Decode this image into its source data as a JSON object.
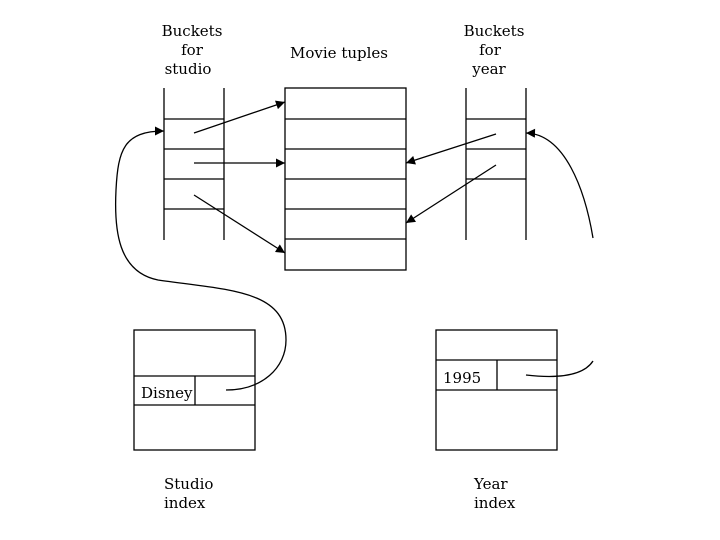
{
  "labels": {
    "buckets_studio": [
      "Buckets",
      "for",
      "studio"
    ],
    "movie_tuples": "Movie tuples",
    "buckets_year": [
      "Buckets",
      "for",
      "year"
    ],
    "disney": "Disney",
    "year_1995": "1995",
    "studio_index": [
      "Studio",
      "index"
    ],
    "year_index": [
      "Year",
      "index"
    ]
  },
  "colors": {
    "ink": "#000000",
    "background": "#ffffff"
  }
}
